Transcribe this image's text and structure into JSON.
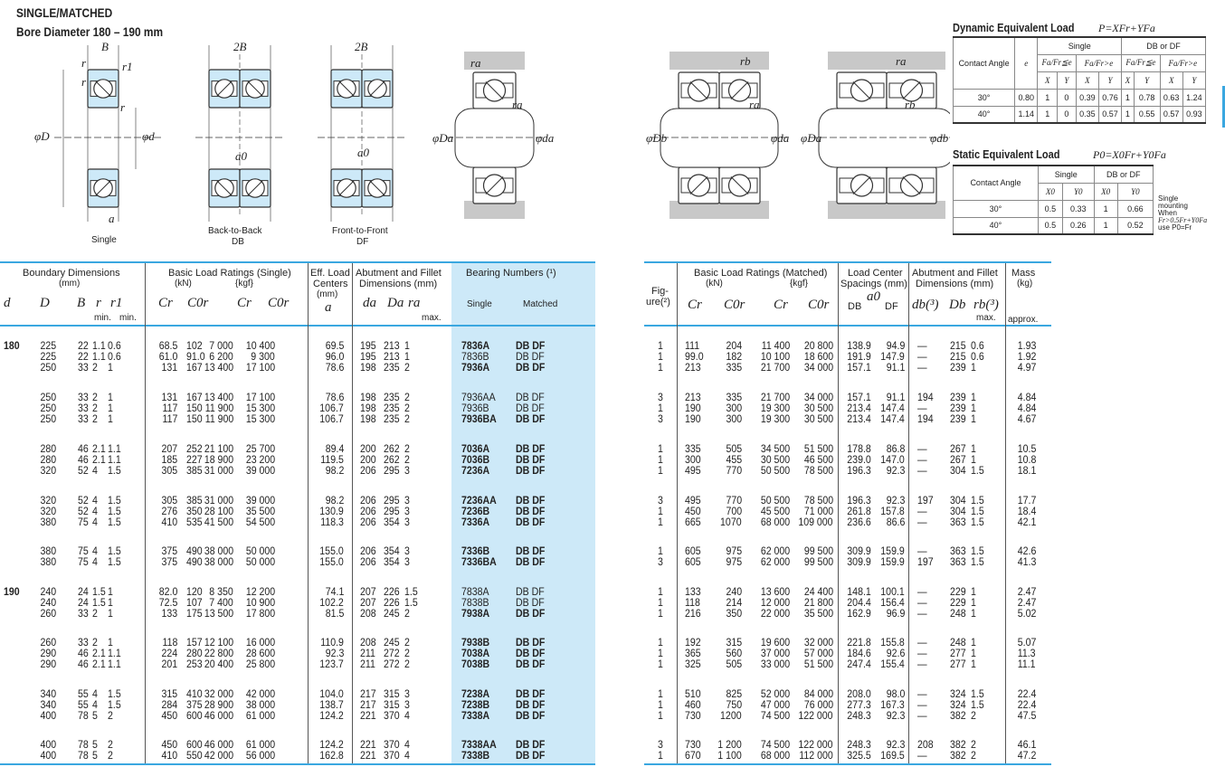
{
  "title": {
    "line1": "SINGLE/MATCHED",
    "line2": "Bore Diameter  180 – 190 mm"
  },
  "drawings": {
    "labels": {
      "B": "B",
      "twoB1": "2B",
      "twoB2": "2B",
      "r": "r",
      "r1": "r1",
      "r_b": "r",
      "r_c": "r",
      "phiD": "φD",
      "phid": "φd",
      "a": "a",
      "a0_1": "a0",
      "a0_2": "a0",
      "ra1": "ra",
      "ra2": "ra",
      "rb1": "rb",
      "ra3": "ra",
      "ra4": "ra",
      "rb2": "rb",
      "phiDa1": "φDa",
      "phida1": "φda",
      "phiDb": "φDb",
      "phida2": "φda",
      "phiDa2": "φDa",
      "phidb": "φdb"
    },
    "captions": {
      "single": "Single",
      "db1": "Back-to-Back",
      "db2": "DB",
      "df1": "Front-to-Front",
      "df2": "DF"
    }
  },
  "dynamic": {
    "title": "Dynamic Equivalent Load",
    "formula": "P=XFr+YFa",
    "contact": "Contact Angle",
    "e": "e",
    "single": "Single",
    "dbdf": "DB or DF",
    "c1": "Fa/Fr≦e",
    "c2": "Fa/Fr>e",
    "c3": "Fa/Fr≦e",
    "c4": "Fa/Fr>e",
    "x": "X",
    "y": "Y",
    "rows": [
      [
        "30°",
        "0.80",
        "1",
        "0",
        "0.39",
        "0.76",
        "1",
        "0.78",
        "0.63",
        "1.24"
      ],
      [
        "40°",
        "1.14",
        "1",
        "0",
        "0.35",
        "0.57",
        "1",
        "0.55",
        "0.57",
        "0.93"
      ]
    ]
  },
  "static": {
    "title": "Static Equivalent Load",
    "formula": "P0=X0Fr+Y0Fa",
    "contact": "Contact Angle",
    "single": "Single",
    "dbdf": "DB or DF",
    "x0": "X0",
    "y0": "Y0",
    "rows": [
      [
        "30°",
        "0.5",
        "0.33",
        "1",
        "0.66"
      ],
      [
        "40°",
        "0.5",
        "0.26",
        "1",
        "0.52"
      ]
    ],
    "note": [
      "Single",
      "mounting",
      "When",
      "Fr>0.5Fr+Y0Fa",
      "use P0=Fr"
    ]
  },
  "headers": {
    "boundary": "Boundary Dimensions",
    "mm1": "(mm)",
    "basic_single": "Basic Load Ratings (Single)",
    "kN1": "(kN)",
    "kgf1": "{kgf}",
    "eff": "Eff. Load",
    "centers": "Centers",
    "mm2": "(mm)",
    "abut1": "Abutment and Fillet",
    "abut1b": "Dimensions (mm)",
    "bearing": "Bearing Numbers (¹)",
    "d": "d",
    "D": "D",
    "B": "B",
    "r": "r",
    "r1": "r1",
    "min1": "min.",
    "min2": "min.",
    "Cr1": "Cr",
    "C0r1": "C0r",
    "Cr2": "Cr",
    "C0r2": "C0r",
    "a": "a",
    "da": "da",
    "Da": "Da",
    "ra": "ra",
    "max1": "max.",
    "single": "Single",
    "matched": "Matched",
    "fig": "Fig-",
    "fig2": "ure(²)",
    "basic_matched": "Basic Load Ratings (Matched)",
    "kN2": "(kN)",
    "kgf2": "{kgf}",
    "Cr3": "Cr",
    "C0r3": "C0r",
    "Cr4": "Cr",
    "C0r4": "C0r",
    "lc1": "Load Center",
    "lc2": "Spacings (mm)",
    "a0": "a0",
    "DB": "DB",
    "DF": "DF",
    "abut2": "Abutment and Fillet",
    "abut2b": "Dimensions (mm)",
    "db": "db(³)",
    "Db": "Db",
    "rb": "rb(³)",
    "max2": "max.",
    "mass": "Mass",
    "kg": "(kg)",
    "approx": "approx."
  },
  "non_bold": [
    "7836B",
    "7936AA",
    "7936B",
    "7838A",
    "7838B"
  ],
  "groups": [
    {
      "d": "180",
      "rows": [
        [
          "225",
          "22",
          "1.1",
          "0.6",
          "68.5",
          "102",
          "7 000",
          "10 400",
          "69.5",
          "195",
          "213",
          "1",
          "7836A",
          "DB DF",
          "1",
          "111",
          "204",
          "11 400",
          "20 800",
          "138.9",
          "94.9",
          "—",
          "215",
          "0.6",
          "1.93"
        ],
        [
          "225",
          "22",
          "1.1",
          "0.6",
          "61.0",
          "91.0",
          "6 200",
          "9 300",
          "96.0",
          "195",
          "213",
          "1",
          "7836B",
          "DB DF",
          "1",
          "99.0",
          "182",
          "10 100",
          "18 600",
          "191.9",
          "147.9",
          "—",
          "215",
          "0.6",
          "1.92"
        ],
        [
          "250",
          "33",
          "2",
          "1",
          "131",
          "167",
          "13 400",
          "17 100",
          "78.6",
          "198",
          "235",
          "2",
          "7936A",
          "DB DF",
          "1",
          "213",
          "335",
          "21 700",
          "34 000",
          "157.1",
          "91.1",
          "—",
          "239",
          "1",
          "4.97"
        ]
      ]
    },
    {
      "d": "",
      "rows": [
        [
          "250",
          "33",
          "2",
          "1",
          "131",
          "167",
          "13 400",
          "17 100",
          "78.6",
          "198",
          "235",
          "2",
          "7936AA",
          "DB DF",
          "3",
          "213",
          "335",
          "21 700",
          "34 000",
          "157.1",
          "91.1",
          "194",
          "239",
          "1",
          "4.84"
        ],
        [
          "250",
          "33",
          "2",
          "1",
          "117",
          "150",
          "11 900",
          "15 300",
          "106.7",
          "198",
          "235",
          "2",
          "7936B",
          "DB DF",
          "1",
          "190",
          "300",
          "19 300",
          "30 500",
          "213.4",
          "147.4",
          "—",
          "239",
          "1",
          "4.84"
        ],
        [
          "250",
          "33",
          "2",
          "1",
          "117",
          "150",
          "11 900",
          "15 300",
          "106.7",
          "198",
          "235",
          "2",
          "7936BA",
          "DB DF",
          "3",
          "190",
          "300",
          "19 300",
          "30 500",
          "213.4",
          "147.4",
          "194",
          "239",
          "1",
          "4.67"
        ]
      ]
    },
    {
      "d": "",
      "rows": [
        [
          "280",
          "46",
          "2.1",
          "1.1",
          "207",
          "252",
          "21 100",
          "25 700",
          "89.4",
          "200",
          "262",
          "2",
          "7036A",
          "DB DF",
          "1",
          "335",
          "505",
          "34 500",
          "51 500",
          "178.8",
          "86.8",
          "—",
          "267",
          "1",
          "10.5"
        ],
        [
          "280",
          "46",
          "2.1",
          "1.1",
          "185",
          "227",
          "18 900",
          "23 200",
          "119.5",
          "200",
          "262",
          "2",
          "7036B",
          "DB DF",
          "1",
          "300",
          "455",
          "30 500",
          "46 500",
          "239.0",
          "147.0",
          "—",
          "267",
          "1",
          "10.8"
        ],
        [
          "320",
          "52",
          "4",
          "1.5",
          "305",
          "385",
          "31 000",
          "39 000",
          "98.2",
          "206",
          "295",
          "3",
          "7236A",
          "DB DF",
          "1",
          "495",
          "770",
          "50 500",
          "78 500",
          "196.3",
          "92.3",
          "—",
          "304",
          "1.5",
          "18.1"
        ]
      ]
    },
    {
      "d": "",
      "rows": [
        [
          "320",
          "52",
          "4",
          "1.5",
          "305",
          "385",
          "31 000",
          "39 000",
          "98.2",
          "206",
          "295",
          "3",
          "7236AA",
          "DB DF",
          "3",
          "495",
          "770",
          "50 500",
          "78 500",
          "196.3",
          "92.3",
          "197",
          "304",
          "1.5",
          "17.7"
        ],
        [
          "320",
          "52",
          "4",
          "1.5",
          "276",
          "350",
          "28 100",
          "35 500",
          "130.9",
          "206",
          "295",
          "3",
          "7236B",
          "DB DF",
          "1",
          "450",
          "700",
          "45 500",
          "71 000",
          "261.8",
          "157.8",
          "—",
          "304",
          "1.5",
          "18.4"
        ],
        [
          "380",
          "75",
          "4",
          "1.5",
          "410",
          "535",
          "41 500",
          "54 500",
          "118.3",
          "206",
          "354",
          "3",
          "7336A",
          "DB DF",
          "1",
          "665",
          "1070",
          "68 000",
          "109 000",
          "236.6",
          "86.6",
          "—",
          "363",
          "1.5",
          "42.1"
        ]
      ]
    },
    {
      "d": "",
      "rows": [
        [
          "380",
          "75",
          "4",
          "1.5",
          "375",
          "490",
          "38 000",
          "50 000",
          "155.0",
          "206",
          "354",
          "3",
          "7336B",
          "DB DF",
          "1",
          "605",
          "975",
          "62 000",
          "99 500",
          "309.9",
          "159.9",
          "—",
          "363",
          "1.5",
          "42.6"
        ],
        [
          "380",
          "75",
          "4",
          "1.5",
          "375",
          "490",
          "38 000",
          "50 000",
          "155.0",
          "206",
          "354",
          "3",
          "7336BA",
          "DB DF",
          "3",
          "605",
          "975",
          "62 000",
          "99 500",
          "309.9",
          "159.9",
          "197",
          "363",
          "1.5",
          "41.3"
        ]
      ]
    },
    {
      "d": "190",
      "rows": [
        [
          "240",
          "24",
          "1.5",
          "1",
          "82.0",
          "120",
          "8 350",
          "12 200",
          "74.1",
          "207",
          "226",
          "1.5",
          "7838A",
          "DB DF",
          "1",
          "133",
          "240",
          "13 600",
          "24 400",
          "148.1",
          "100.1",
          "—",
          "229",
          "1",
          "2.47"
        ],
        [
          "240",
          "24",
          "1.5",
          "1",
          "72.5",
          "107",
          "7 400",
          "10 900",
          "102.2",
          "207",
          "226",
          "1.5",
          "7838B",
          "DB DF",
          "1",
          "118",
          "214",
          "12 000",
          "21 800",
          "204.4",
          "156.4",
          "—",
          "229",
          "1",
          "2.47"
        ],
        [
          "260",
          "33",
          "2",
          "1",
          "133",
          "175",
          "13 500",
          "17 800",
          "81.5",
          "208",
          "245",
          "2",
          "7938A",
          "DB DF",
          "1",
          "216",
          "350",
          "22 000",
          "35 500",
          "162.9",
          "96.9",
          "—",
          "248",
          "1",
          "5.02"
        ]
      ]
    },
    {
      "d": "",
      "rows": [
        [
          "260",
          "33",
          "2",
          "1",
          "118",
          "157",
          "12 100",
          "16 000",
          "110.9",
          "208",
          "245",
          "2",
          "7938B",
          "DB DF",
          "1",
          "192",
          "315",
          "19 600",
          "32 000",
          "221.8",
          "155.8",
          "—",
          "248",
          "1",
          "5.07"
        ],
        [
          "290",
          "46",
          "2.1",
          "1.1",
          "224",
          "280",
          "22 800",
          "28 600",
          "92.3",
          "211",
          "272",
          "2",
          "7038A",
          "DB DF",
          "1",
          "365",
          "560",
          "37 000",
          "57 000",
          "184.6",
          "92.6",
          "—",
          "277",
          "1",
          "11.3"
        ],
        [
          "290",
          "46",
          "2.1",
          "1.1",
          "201",
          "253",
          "20 400",
          "25 800",
          "123.7",
          "211",
          "272",
          "2",
          "7038B",
          "DB DF",
          "1",
          "325",
          "505",
          "33 000",
          "51 500",
          "247.4",
          "155.4",
          "—",
          "277",
          "1",
          "11.1"
        ]
      ]
    },
    {
      "d": "",
      "rows": [
        [
          "340",
          "55",
          "4",
          "1.5",
          "315",
          "410",
          "32 000",
          "42 000",
          "104.0",
          "217",
          "315",
          "3",
          "7238A",
          "DB DF",
          "1",
          "510",
          "825",
          "52 000",
          "84 000",
          "208.0",
          "98.0",
          "—",
          "324",
          "1.5",
          "22.4"
        ],
        [
          "340",
          "55",
          "4",
          "1.5",
          "284",
          "375",
          "28 900",
          "38 000",
          "138.7",
          "217",
          "315",
          "3",
          "7238B",
          "DB DF",
          "1",
          "460",
          "750",
          "47 000",
          "76 000",
          "277.3",
          "167.3",
          "—",
          "324",
          "1.5",
          "22.4"
        ],
        [
          "400",
          "78",
          "5",
          "2",
          "450",
          "600",
          "46 000",
          "61 000",
          "124.2",
          "221",
          "370",
          "4",
          "7338A",
          "DB DF",
          "1",
          "730",
          "1200",
          "74 500",
          "122 000",
          "248.3",
          "92.3",
          "—",
          "382",
          "2",
          "47.5"
        ]
      ]
    },
    {
      "d": "",
      "rows": [
        [
          "400",
          "78",
          "5",
          "2",
          "450",
          "600",
          "46 000",
          "61 000",
          "124.2",
          "221",
          "370",
          "4",
          "7338AA",
          "DB DF",
          "3",
          "730",
          "1 200",
          "74 500",
          "122 000",
          "248.3",
          "92.3",
          "208",
          "382",
          "2",
          "46.1"
        ],
        [
          "400",
          "78",
          "5",
          "2",
          "410",
          "550",
          "42 000",
          "56 000",
          "162.8",
          "221",
          "370",
          "4",
          "7338B",
          "DB DF",
          "1",
          "670",
          "1 100",
          "68 000",
          "112 000",
          "325.5",
          "169.5",
          "—",
          "382",
          "2",
          "47.2"
        ]
      ]
    }
  ],
  "colors": {
    "accent": "#3aa7e0",
    "band": "#cde9f8",
    "housing": "#c8c8c8"
  }
}
